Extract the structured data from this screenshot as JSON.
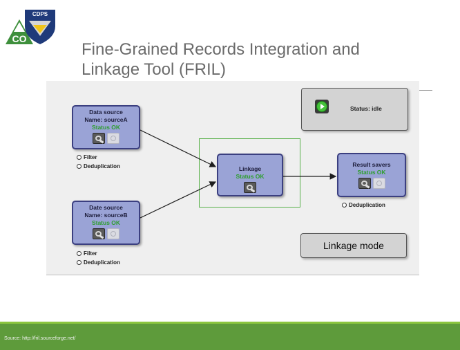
{
  "logo": {
    "state_text": "CO",
    "agency_text": "CDPS"
  },
  "slide": {
    "title": "Fine-Grained Records Integration and Linkage Tool (FRIL)"
  },
  "nodes": {
    "source_a": {
      "title": "Data source",
      "name": "Name: sourceA",
      "status": "Status OK"
    },
    "source_b": {
      "title": "Date source",
      "name": "Name: sourceB",
      "status": "Status OK"
    },
    "linkage": {
      "title": "Linkage",
      "status": "Status OK"
    },
    "result": {
      "title": "Result savers",
      "status": "Status OK"
    }
  },
  "options": {
    "filter": "Filter",
    "dedup": "Deduplication"
  },
  "status_panel": {
    "text": "Status: idle",
    "icon": "play-icon"
  },
  "mode_button": {
    "label": "Linkage mode"
  },
  "footer": {
    "source": "Source: http://fril.sourceforge.net/"
  },
  "colors": {
    "node_fill": "#9aa3d6",
    "status_ok": "#2e9e2e",
    "footer": "#5e9b3b",
    "accent": "#8cc63f"
  }
}
